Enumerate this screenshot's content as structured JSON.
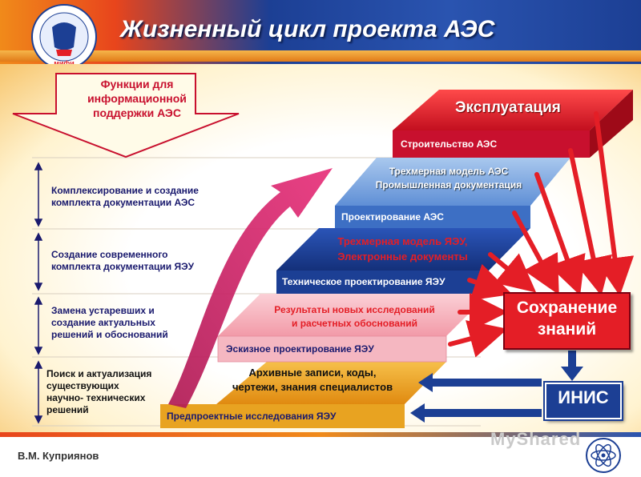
{
  "title": "Жизненный цикл проекта АЭС",
  "functions_arrow": {
    "lines": [
      "Функции для",
      "информационной",
      "поддержки АЭС"
    ]
  },
  "left_functions": [
    {
      "lines": [
        "Комплексирование и создание",
        "комплекта документации АЭС"
      ]
    },
    {
      "lines": [
        "Создание современного",
        "комплекта документации ЯЭУ"
      ]
    },
    {
      "lines": [
        "Замена устаревших и",
        "создание актуальных",
        "решений и обоснований"
      ]
    },
    {
      "lines": [
        "Поиск и актуализация",
        "существующих",
        "научно- технических",
        "решений"
      ]
    }
  ],
  "stairs": {
    "operation": "Эксплуатация",
    "construction": "Строительство  АЭС",
    "design_npp": "Проектирование АЭС",
    "tech_design": "Техническое проектирование ЯЭУ",
    "sketch_design": "Эскизное проектирование ЯЭУ",
    "predesign": "Предпроектные исследования ЯЭУ"
  },
  "floating": {
    "npp_model": [
      "Трехмерная модель АЭС",
      "Промышленная документация"
    ],
    "reactor_model": [
      "Трехмерная модель ЯЭУ,",
      "Электронные документы"
    ],
    "research": [
      "Результаты  новых исследований",
      "и расчетных  обоснований"
    ],
    "archive": [
      "Архивные записи, коды,",
      "чертежи, знания специалистов"
    ]
  },
  "preservation": [
    "Сохранение",
    "знаний"
  ],
  "inis": "ИНИС",
  "author": "В.М. Куприянов",
  "watermark": "MyShared",
  "colors": {
    "operation": "#e41e26",
    "construction": "#c8102e",
    "design_npp": "#3d6fc4",
    "tech_design": "#1c3f94",
    "sketch_design": "#f2a0ac",
    "predesign": "#e8a321",
    "arrow_red": "#e41e26",
    "arrow_blue": "#1c3f94",
    "functions_text": "#c8102e"
  }
}
